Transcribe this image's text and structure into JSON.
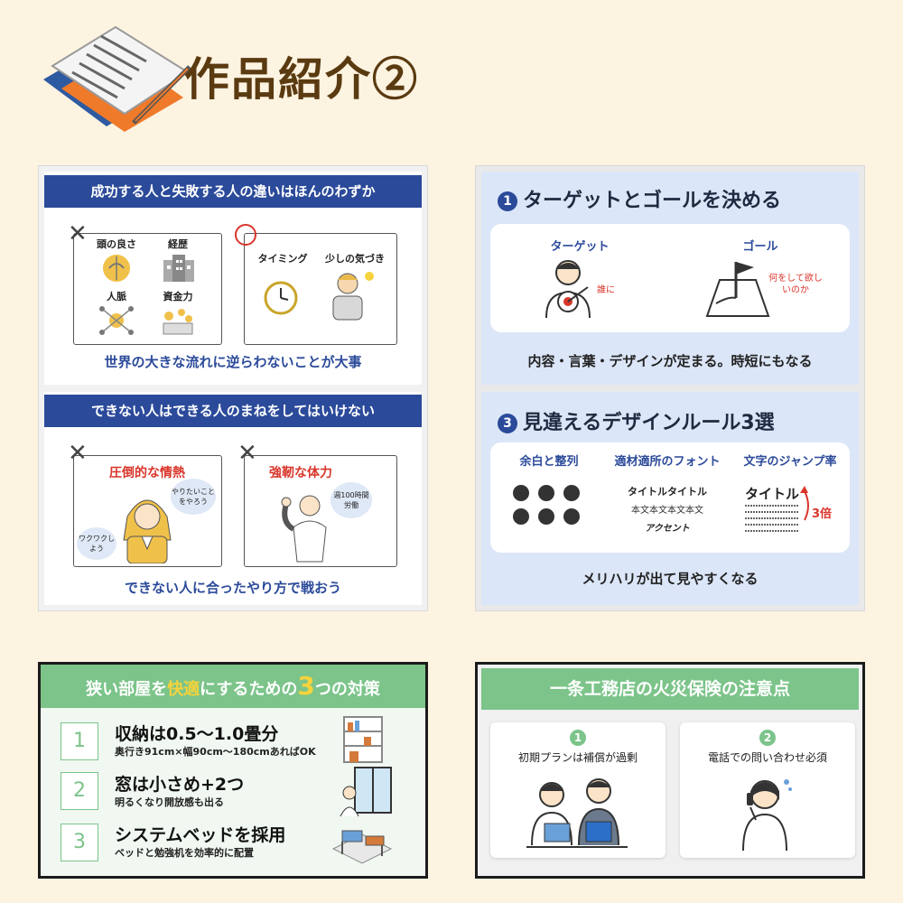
{
  "header": {
    "title": "作品紹介②"
  },
  "card1": {
    "section1": {
      "heading": "成功する人と失敗する人の違いはほんのわずか",
      "bad_items": [
        "頭の良さ",
        "経歴",
        "人脈",
        "資金力"
      ],
      "good_items": [
        "タイミング",
        "少しの気づき"
      ],
      "footer": "世界の大きな流れに逆らわないことが大事"
    },
    "section2": {
      "heading": "できない人はできる人のまねをしてはいけない",
      "left_label": "圧倒的な情熱",
      "bubble_top": "やりたいことをやろう",
      "bubble_bottom": "ワクワクしよう",
      "right_label": "強靭な体力",
      "bubble_right": "週100時間労働",
      "footer": "できない人に合ったやり方で戦おう"
    }
  },
  "card2": {
    "section1": {
      "num": "1",
      "heading": "ターゲットとゴールを決める",
      "target_label": "ターゲット",
      "target_note": "誰に",
      "goal_label": "ゴール",
      "goal_note": "何をして欲しいのか",
      "footer": "内容・言葉・デザインが定まる。時短にもなる"
    },
    "section3": {
      "num": "3",
      "heading": "見違えるデザインルール3選",
      "col1": "余白と整列",
      "col2": "適材適所のフォント",
      "col3": "文字のジャンプ率",
      "font_sample_title": "タイトルタイトル",
      "font_sample_body": "本文本文本文本文",
      "font_sample_accent": "アクセント",
      "jump_title": "タイトル",
      "jump_ratio": "3倍",
      "footer": "メリハリが出て見やすくなる"
    }
  },
  "card3": {
    "heading_pre": "狭い部屋を",
    "heading_highlight": "快適",
    "heading_mid": "にするための",
    "heading_num": "3",
    "heading_post": "つの対策",
    "items": [
      {
        "num": "1",
        "title": "収納は0.5〜1.0畳分",
        "sub": "奥行き91cm×幅90cm〜180cmあればOK"
      },
      {
        "num": "2",
        "title": "窓は小さめ+2つ",
        "sub": "明るくなり開放感も出る"
      },
      {
        "num": "3",
        "title": "システムベッドを採用",
        "sub": "ベッドと勉強机を効率的に配置"
      }
    ]
  },
  "card4": {
    "heading": "一条工務店の火災保険の注意点",
    "items": [
      {
        "num": "1",
        "label": "初期プランは補償が過剰"
      },
      {
        "num": "2",
        "label": "電話での問い合わせ必須"
      }
    ]
  },
  "colors": {
    "navy": "#2b4a9a",
    "green": "#7cc48a",
    "red": "#d9352a",
    "background": "#fdf3e1"
  }
}
